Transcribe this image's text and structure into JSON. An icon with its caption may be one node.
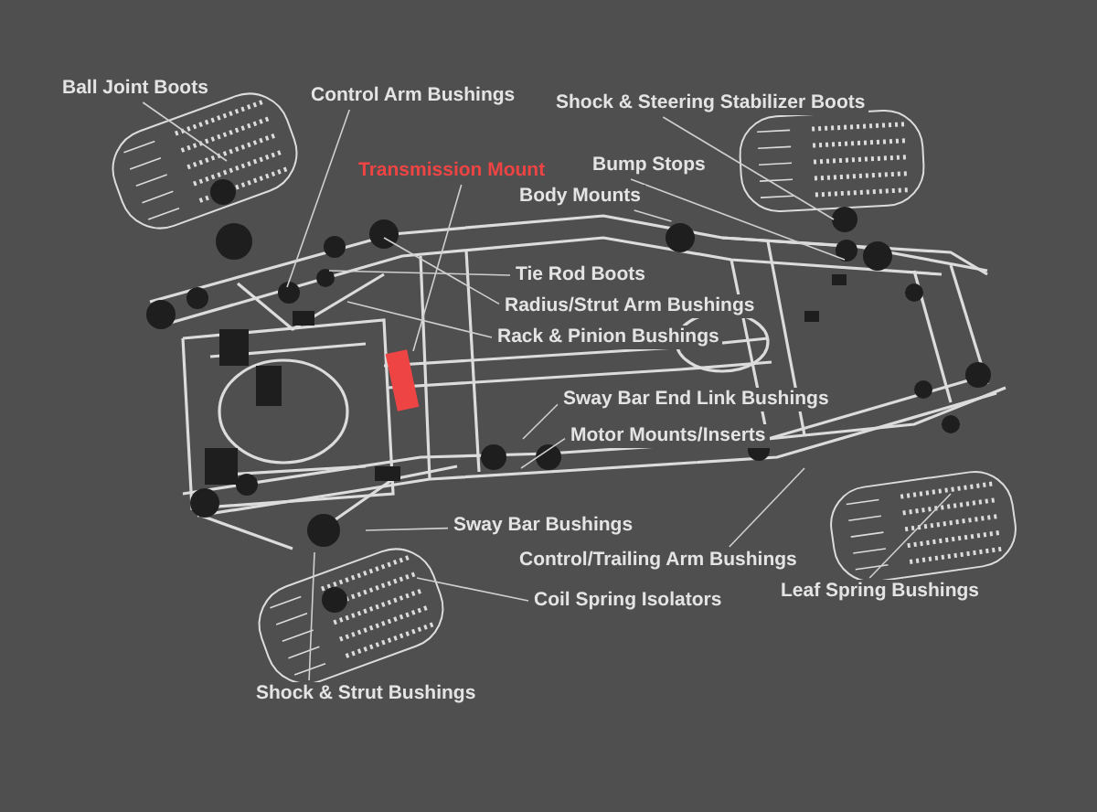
{
  "diagram": {
    "nodes": [
      {
        "text": [
          "Ball Joint Boots"
        ]
      },
      {
        "text": [
          "Control Arm Bushings"
        ]
      },
      {
        "text": [
          "Transmission Mount"
        ]
      },
      {
        "text": [
          "Shock & Steering Stabilizer Boots"
        ]
      },
      {
        "text": [
          "Bump Stops"
        ]
      },
      {
        "text": [
          "Body Mounts"
        ]
      },
      {
        "text": [
          "Tie Rod Boots"
        ]
      },
      {
        "text": [
          "Radius/Strut Arm Bushings"
        ]
      },
      {
        "text": [
          "Rack & Pinion Bushings"
        ]
      },
      {
        "text": [
          "Sway Bar End Link Bushings"
        ]
      },
      {
        "text": [
          "Motor Mounts/Inserts"
        ]
      },
      {
        "text": [
          "Sway Bar Bushings"
        ]
      },
      {
        "text": [
          "Control/Trailing Arm Bushings"
        ]
      },
      {
        "text": [
          "Coil Spring Isolators"
        ]
      },
      {
        "text": [
          "Leaf Spring Bushings"
        ]
      },
      {
        "text": [
          "Shock & Strut Bushings"
        ]
      },
      {
        "text": [],
        "shape": "circle"
      }
    ],
    "edges": [
      {
        "from": 0,
        "to": null,
        "arrow": "none"
      },
      {
        "from": 1,
        "to": null,
        "arrow": "none"
      },
      {
        "from": 2,
        "to": null,
        "arrow": "none"
      },
      {
        "from": 3,
        "to": null,
        "arrow": "none"
      },
      {
        "from": 4,
        "to": null,
        "arrow": "none"
      },
      {
        "from": 5,
        "to": 16,
        "arrow": "none"
      },
      {
        "from": 6,
        "to": null,
        "arrow": "none"
      },
      {
        "from": 7,
        "to": null,
        "arrow": "none"
      },
      {
        "from": 8,
        "to": null,
        "arrow": "none"
      },
      {
        "from": 9,
        "to": null,
        "arrow": "none"
      },
      {
        "from": 10,
        "to": null,
        "arrow": "none"
      },
      {
        "from": 11,
        "to": null,
        "arrow": "none"
      },
      {
        "from": 12,
        "to": null,
        "arrow": "none"
      },
      {
        "from": 13,
        "to": null,
        "arrow": "none"
      },
      {
        "from": 14,
        "to": null,
        "arrow": "none"
      },
      {
        "from": 15,
        "to": null,
        "arrow": "none"
      }
    ]
  }
}
